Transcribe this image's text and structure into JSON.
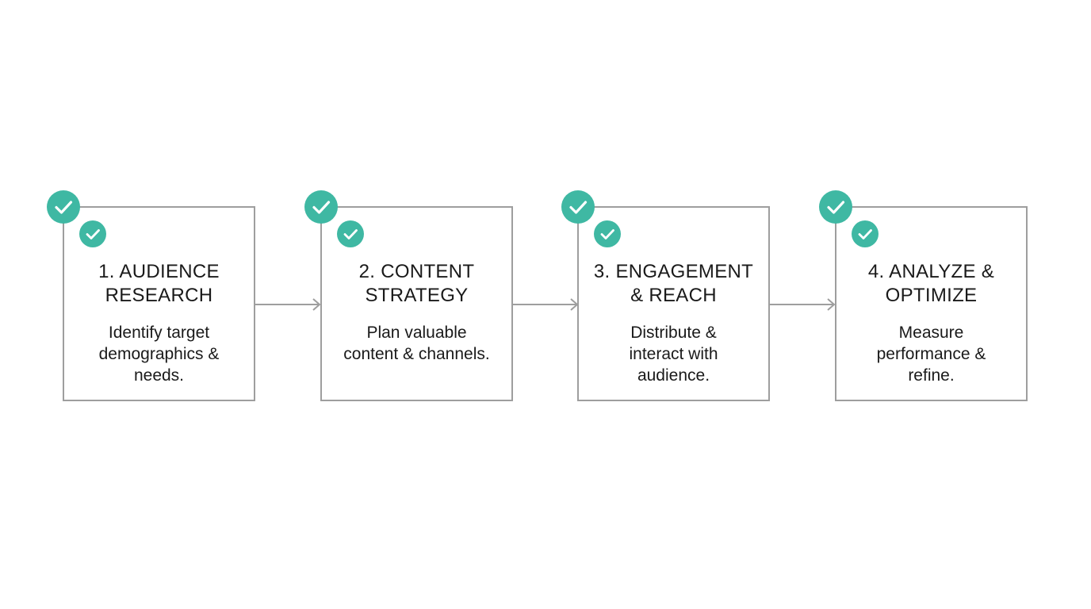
{
  "colors": {
    "badge": "#3fb8a3",
    "border": "#9e9e9e",
    "connector": "#9e9e9e",
    "text": "#1a1a1a"
  },
  "icons": {
    "badge": "checkmark-icon",
    "connector": "arrow-right-icon"
  },
  "steps": [
    {
      "title_line1": "1. AUDIENCE",
      "title_line2": "RESEARCH",
      "desc_line1": "Identify target",
      "desc_line2": "demographics &",
      "desc_line3": "needs."
    },
    {
      "title_line1": "2. CONTENT",
      "title_line2": "STRATEGY",
      "desc_line1": "Plan valuable",
      "desc_line2": "content & channels.",
      "desc_line3": ""
    },
    {
      "title_line1": "3. ENGAGEMENT",
      "title_line2": "& REACH",
      "desc_line1": "Distribute &",
      "desc_line2": "interact with",
      "desc_line3": "audience."
    },
    {
      "title_line1": "4. ANALYZE &",
      "title_line2": "OPTIMIZE",
      "desc_line1": "Measure",
      "desc_line2": "performance &",
      "desc_line3": "refine."
    }
  ]
}
